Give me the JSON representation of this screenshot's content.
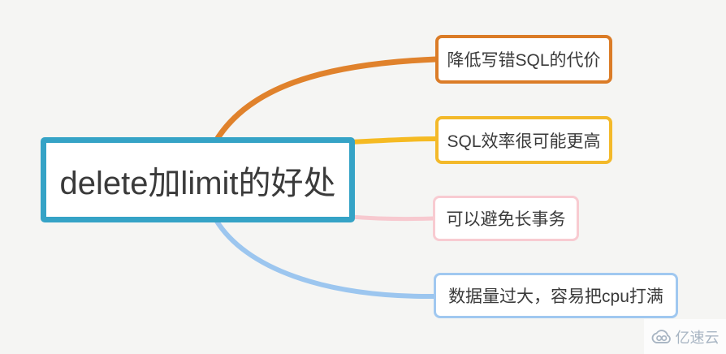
{
  "diagram": {
    "root": {
      "label": "delete加limit的好处",
      "border_color": "#35a3c6"
    },
    "branches": [
      {
        "label": "降低写错SQL的代价",
        "border_color": "#db7c27",
        "line_color": "#e0822c"
      },
      {
        "label": "SQL效率很可能更高",
        "border_color": "#f3b92a",
        "line_color": "#f5ba22"
      },
      {
        "label": "可以避免长事务",
        "border_color": "#f8cbd1",
        "line_color": "#f7c9cf"
      },
      {
        "label": "数据量过大，容易把cpu打满",
        "border_color": "#a0c8f0",
        "line_color": "#9cc6ef"
      }
    ]
  },
  "watermark": {
    "label": "亿速云",
    "icon": "cloud-icon",
    "color": "#a8b5c3"
  },
  "canvas": {
    "background_color": "#f5f5f3",
    "node_fill": "#ffffff",
    "text_color": "#3a3a3a"
  }
}
